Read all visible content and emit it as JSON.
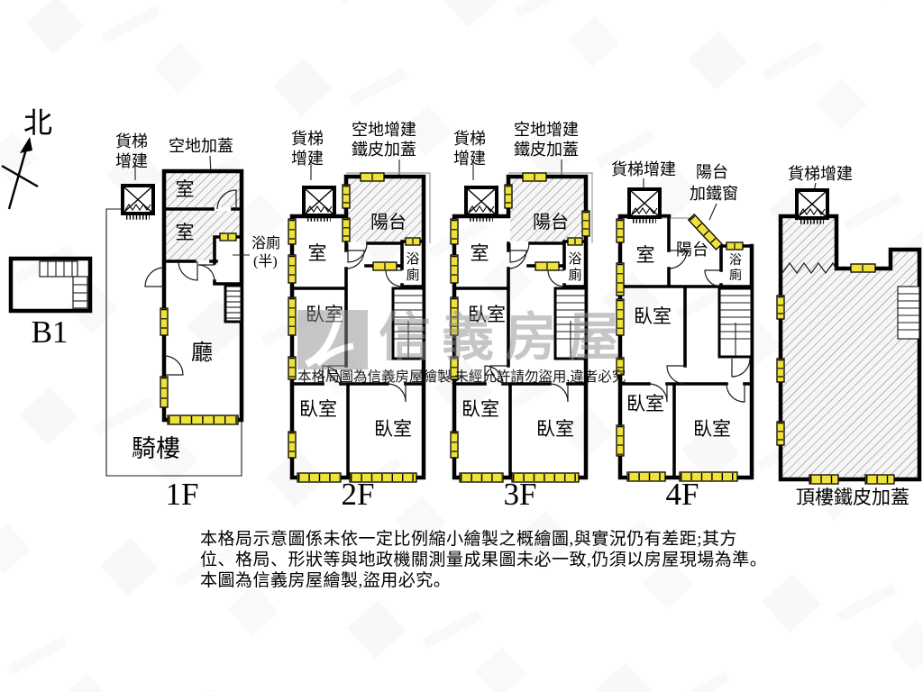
{
  "compass": {
    "north": "北"
  },
  "floors": {
    "b1": {
      "label": "B1"
    },
    "f1": {
      "label": "1F",
      "elevator_line1": "貨梯",
      "elevator_line2": "增建",
      "cover_label": "空地加蓋",
      "room_top": "室",
      "room_bottom": "室",
      "bath_line1": "浴廁",
      "bath_line2": "(半)",
      "living": "廳",
      "arcade": "騎樓"
    },
    "f2": {
      "label": "2F",
      "elevator_line1": "貨梯",
      "elevator_line2": "增建",
      "addition_line1": "空地增建",
      "addition_line2": "鐵皮加蓋",
      "balcony": "陽台",
      "room": "室",
      "bath_char1": "浴",
      "bath_char2": "廁",
      "bedroom_top": "臥室",
      "bedroom_left": "臥室",
      "bedroom_right": "臥室"
    },
    "f3": {
      "label": "3F",
      "elevator_line1": "貨梯",
      "elevator_line2": "增建",
      "addition_line1": "空地增建",
      "addition_line2": "鐵皮加蓋",
      "balcony": "陽台",
      "room": "室",
      "bath_char1": "浴",
      "bath_char2": "廁",
      "bedroom_top": "臥室",
      "bedroom_left": "臥室",
      "bedroom_right": "臥室"
    },
    "f4": {
      "label": "4F",
      "elevator": "貨梯增建",
      "iron_line1": "陽台",
      "iron_line2": "加鐵窗",
      "balcony": "陽台",
      "room": "室",
      "bath_char1": "浴",
      "bath_char2": "廁",
      "bedroom_top": "臥室",
      "bedroom_left": "臥室",
      "bedroom_right": "臥室"
    },
    "roof": {
      "label": "頂樓鐵皮加蓋",
      "elevator": "貨梯增建"
    }
  },
  "watermark": {
    "brand": "信義房屋",
    "notice": "本格局圖為信義房屋繪製,未經允許請勿盜用,違者必究"
  },
  "disclaimer": {
    "line1": "本格局示意圖係未依一定比例縮小繪製之概繪圖,與實況仍有差距;其方",
    "line2": "位、格局、形狀等與地政機關測量成果圖未必一致,仍須以房屋現場為準。",
    "line3": "本圖為信義房屋繪製,盜用必究。"
  },
  "colors": {
    "window_yellow": "#efe23b",
    "wall_black": "#000000",
    "hatch_line": "#666666",
    "watermark_gray": "#9b9b9b",
    "background": "#ffffff"
  }
}
